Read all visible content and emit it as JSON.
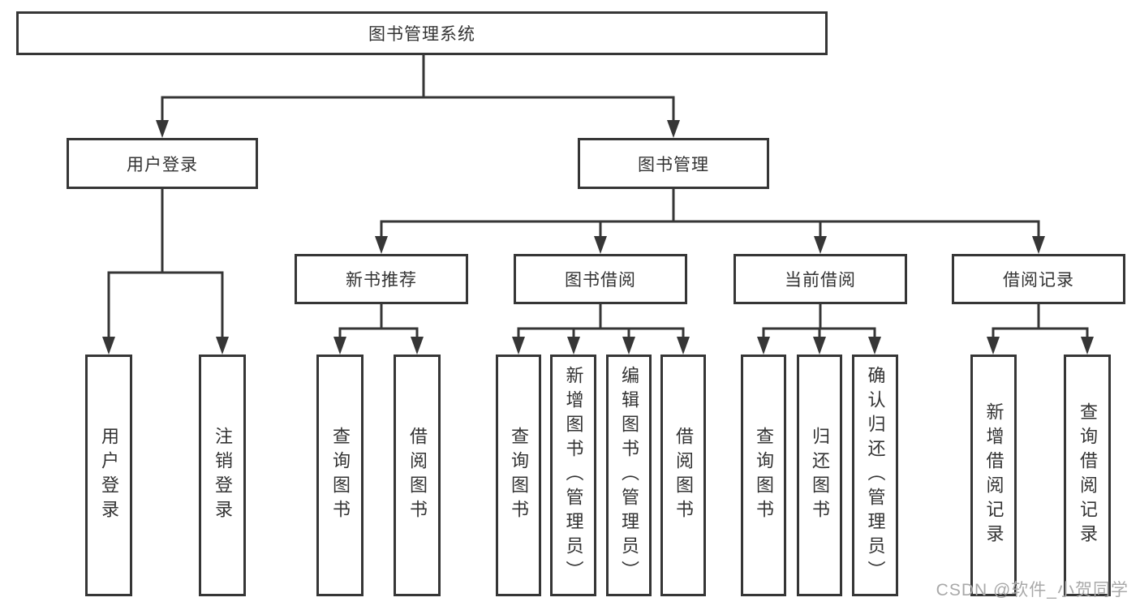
{
  "colors": {
    "line": "#363636",
    "text": "#333333",
    "background": "#ffffff",
    "watermark": "#a9a9a9"
  },
  "root": {
    "label": "图书管理系统"
  },
  "branches": {
    "user_login": {
      "label": "用户登录",
      "leaves": [
        "用户登录",
        "注销登录"
      ]
    },
    "book_management": {
      "label": "图书管理",
      "sections": [
        {
          "label": "新书推荐",
          "leaves": [
            "查询图书",
            "借阅图书"
          ]
        },
        {
          "label": "图书借阅",
          "leaves": [
            "查询图书",
            "新增图书（管理员）",
            "编辑图书（管理员）",
            "借阅图书"
          ]
        },
        {
          "label": "当前借阅",
          "leaves": [
            "查询图书",
            "归还图书",
            "确认归还（管理员）"
          ]
        },
        {
          "label": "借阅记录",
          "leaves": [
            "新增借阅记录",
            "查询借阅记录"
          ]
        }
      ]
    }
  },
  "watermark": "CSDN @软件_小贺同学"
}
